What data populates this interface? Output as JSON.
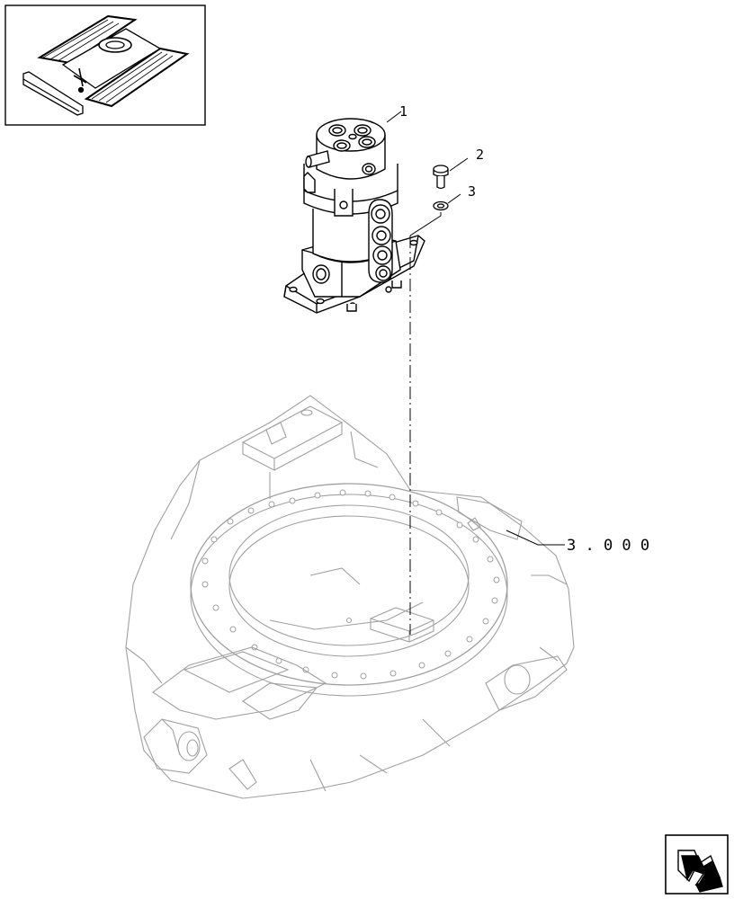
{
  "callouts": {
    "item_1": "1",
    "item_2": "2",
    "item_3": "3",
    "frame_reference": "3 . 0 0 0"
  },
  "icons": {
    "thumbnail": "excavator-undercarriage-thumbnail",
    "nav": "next-page-arrow-icon"
  },
  "colors": {
    "line": "#000000",
    "ghost_line": "#9a9a9a",
    "background": "#ffffff"
  }
}
